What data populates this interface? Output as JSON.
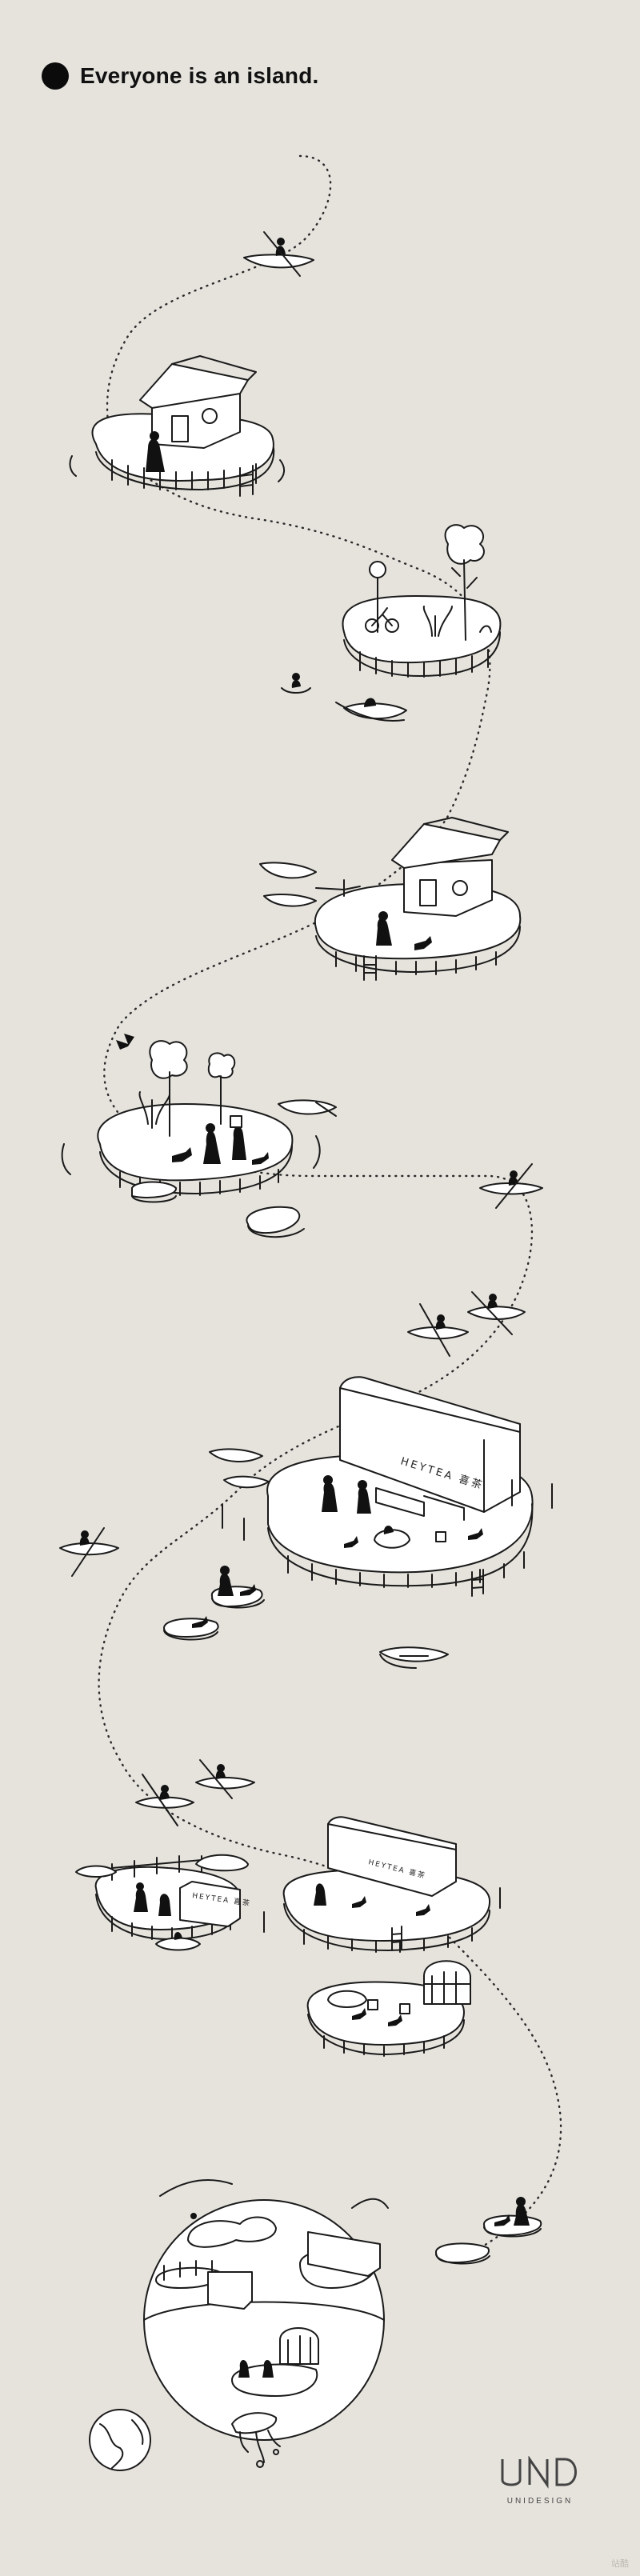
{
  "header": {
    "title": "Everyone is an island."
  },
  "signs": {
    "store_large": "HEYTEA 喜茶",
    "store_medium": "HEYTEA 喜茶",
    "store_small": "HEYTEA 喜茶"
  },
  "brand": {
    "logo_text": "UND",
    "sub_text": "UNIDESIGN"
  },
  "watermark": {
    "text": "站酷"
  },
  "colors": {
    "background": "#e6e3dd",
    "ink": "#1a1a1a",
    "island_fill": "#ffffff"
  }
}
